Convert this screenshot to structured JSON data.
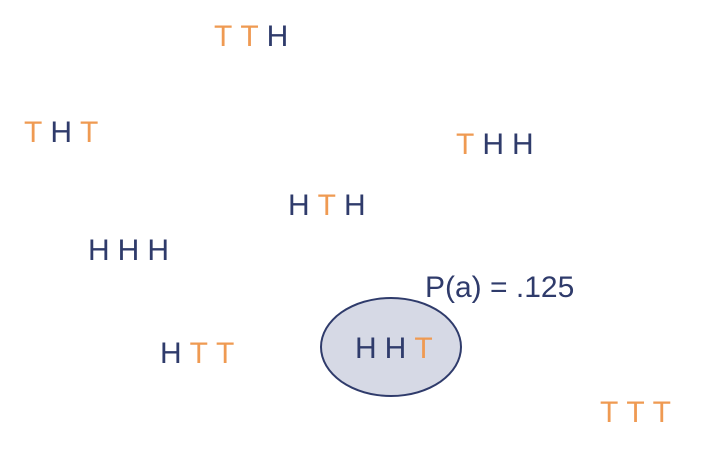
{
  "outcomes": [
    {
      "id": "tth",
      "letters": [
        "T",
        "T",
        "H"
      ]
    },
    {
      "id": "tht",
      "letters": [
        "T",
        "H",
        "T"
      ]
    },
    {
      "id": "thh",
      "letters": [
        "T",
        "H",
        "H"
      ]
    },
    {
      "id": "hth",
      "letters": [
        "H",
        "T",
        "H"
      ]
    },
    {
      "id": "hhh",
      "letters": [
        "H",
        "H",
        "H"
      ]
    },
    {
      "id": "htt",
      "letters": [
        "H",
        "T",
        "T"
      ]
    },
    {
      "id": "hht",
      "letters": [
        "H",
        "H",
        "T"
      ]
    },
    {
      "id": "ttt",
      "letters": [
        "T",
        "T",
        "T"
      ]
    }
  ],
  "probability_label": "P(a) = .125",
  "colors": {
    "heads": "#2f3b6b",
    "tails": "#ef9a52",
    "ellipse_fill": "#d6d9e5"
  }
}
